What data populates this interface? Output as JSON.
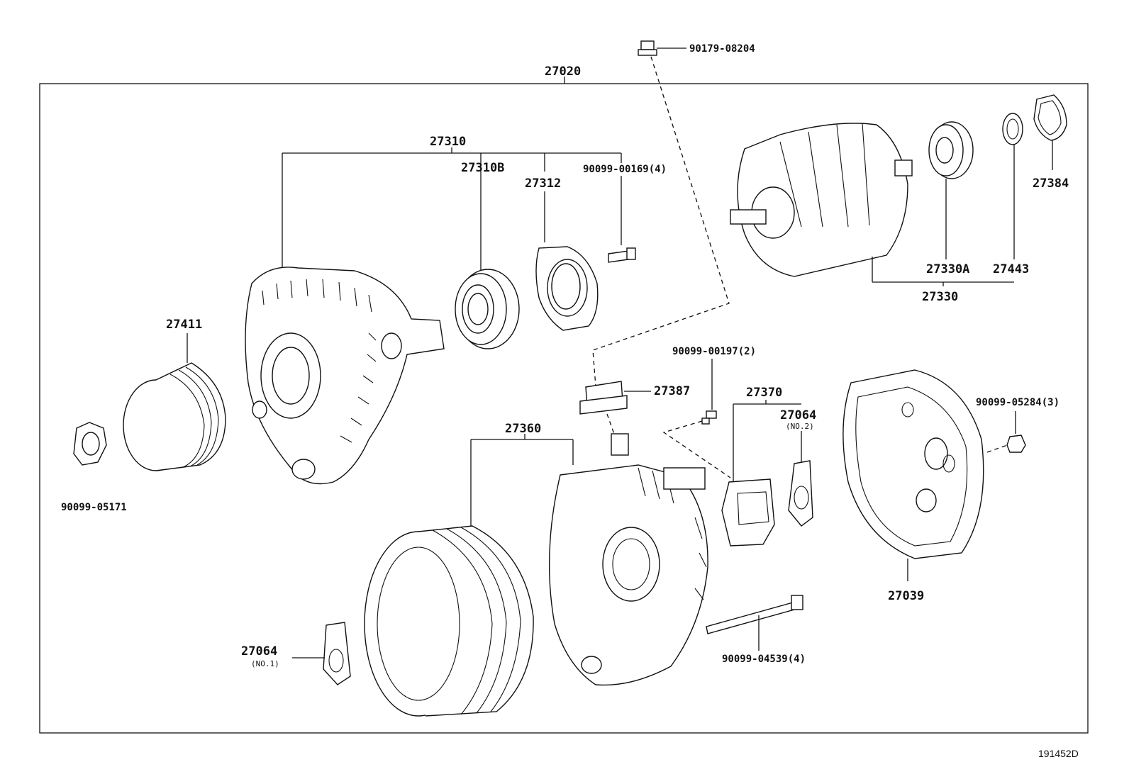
{
  "diagram": {
    "assembly_label": "27020",
    "reference_code": "191452D",
    "labels": {
      "p90179_08204": "90179-08204",
      "p27310": "27310",
      "p27310B": "27310B",
      "p27312": "27312",
      "p90099_00169": "90099-00169(4)",
      "p27384": "27384",
      "p27330A": "27330A",
      "p27443": "27443",
      "p27330": "27330",
      "p27411": "27411",
      "p90099_00197": "90099-00197(2)",
      "p27387": "27387",
      "p27370": "27370",
      "p27064_no2": "27064",
      "no2": "(NO.2)",
      "p90099_05284": "90099-05284(3)",
      "p27360": "27360",
      "p90099_05171": "90099-05171",
      "p27039": "27039",
      "p27064_no1": "27064",
      "no1": "(NO.1)",
      "p90099_04539": "90099-04539(4)"
    }
  }
}
